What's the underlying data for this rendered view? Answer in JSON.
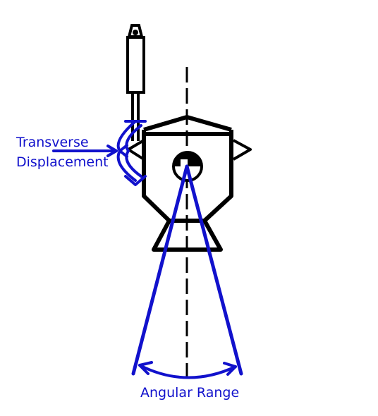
{
  "labels": {
    "transverse_line1": "Transverse",
    "transverse_line2": "Displacement",
    "angular_range": "Angular Range"
  },
  "colors": {
    "annotation": "#1111cc",
    "outline": "#000000",
    "background": "#ffffff"
  }
}
